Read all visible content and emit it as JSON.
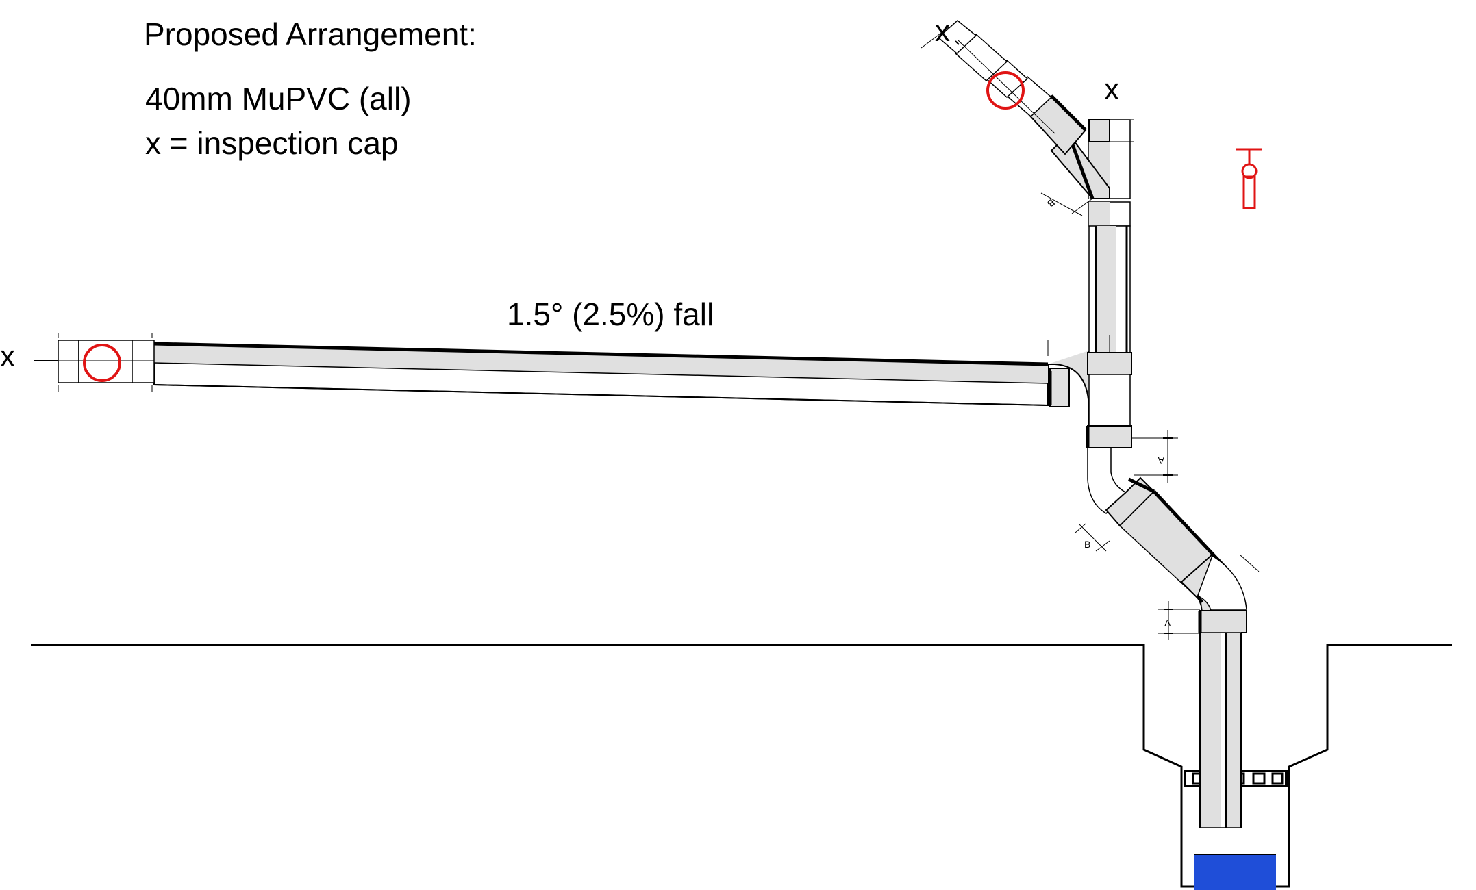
{
  "notes": {
    "title": "Proposed Arrangement:",
    "material": "40mm MuPVC (all)",
    "legend": "x = inspection cap"
  },
  "fall_label": "1.5° (2.5%) fall",
  "markers": {
    "left_cap": "x",
    "top_cap": "x",
    "branch_cap": "x"
  },
  "dimensions": {
    "a_upper": "A",
    "b_upper": "B",
    "b_lower": "B",
    "a_lower": "A"
  },
  "colors": {
    "pipe": "#e0e0e0",
    "outline": "#000000",
    "cap": "#e01414",
    "water": "#1f4ed8"
  },
  "icons": [
    "inspection-cap-circle",
    "tap-valve-icon"
  ]
}
